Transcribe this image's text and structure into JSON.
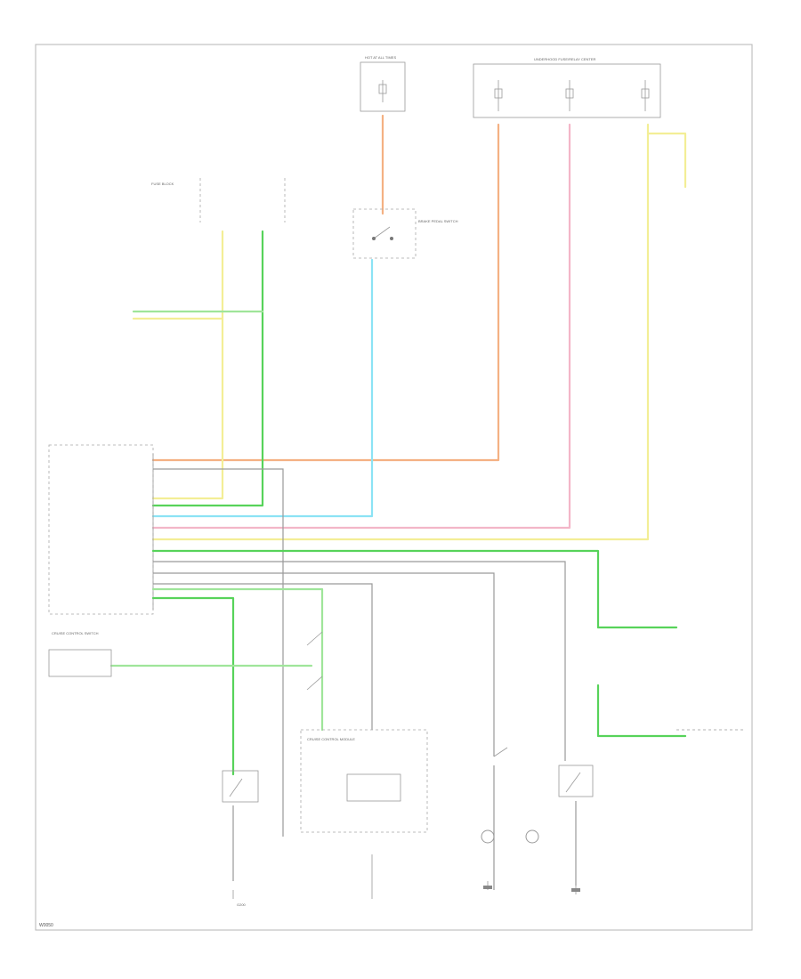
{
  "diagram": {
    "code": "W0050",
    "colors": {
      "orange": "#f4b183",
      "pink": "#f3b6c8",
      "yellow": "#f3ee96",
      "green": "#57d35a",
      "light_green": "#9fe59a",
      "cyan": "#8ce3f5",
      "gray": "#9a9a9a",
      "black": "#555555"
    },
    "labels": {
      "fuse_top": "HOT AT ALL TIMES",
      "underhood_fuse": "UNDERHOOD FUSE/RELAY CENTER",
      "fuse_block": "FUSE BLOCK",
      "brake_switch": "BRAKE PEDAL SWITCH",
      "cruise_switch": "CRUISE CONTROL SWITCH",
      "module": "CRUISE CONTROL MODULE",
      "ground": "G200"
    }
  }
}
